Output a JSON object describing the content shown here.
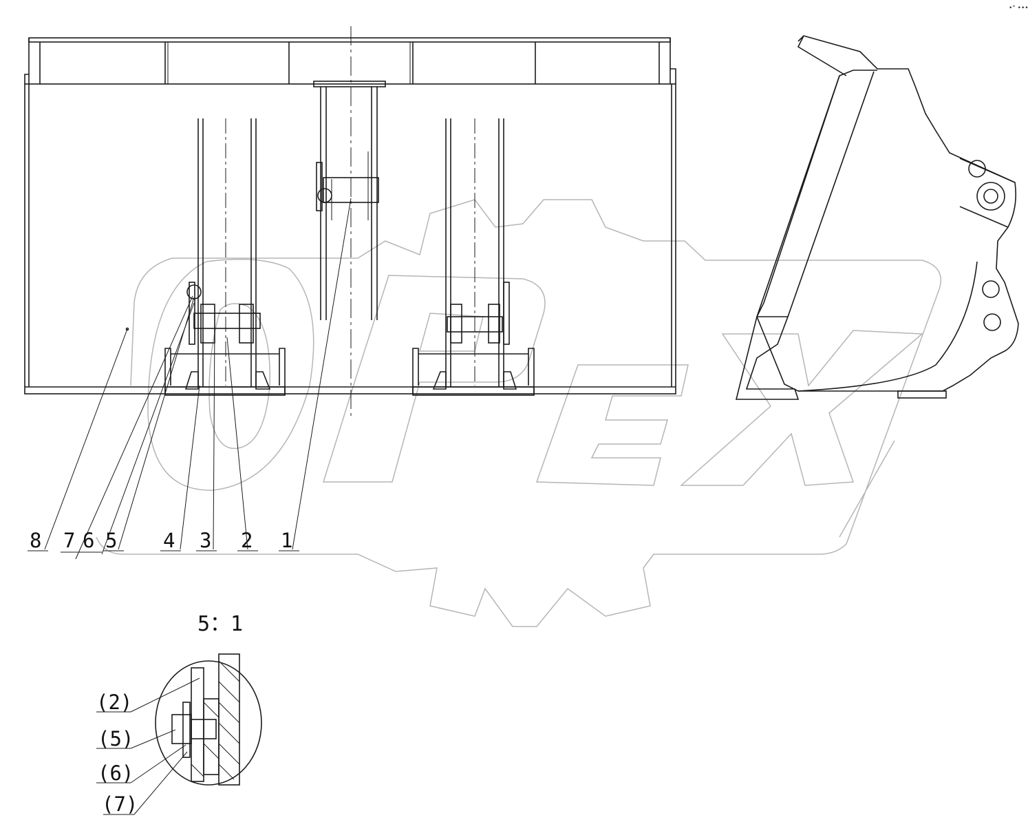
{
  "drawing": {
    "corner_mark": "•° •••",
    "watermark_text": "OPEX",
    "callouts": [
      {
        "id": "8",
        "text": "8"
      },
      {
        "id": "7",
        "text": "7"
      },
      {
        "id": "6",
        "text": "6"
      },
      {
        "id": "5",
        "text": "5"
      },
      {
        "id": "4",
        "text": "4"
      },
      {
        "id": "3",
        "text": "3"
      },
      {
        "id": "2",
        "text": "2"
      },
      {
        "id": "1",
        "text": "1"
      }
    ],
    "detail": {
      "scale": "5：1",
      "callouts": [
        "(2)",
        "(5)",
        "(6)",
        "(7)"
      ]
    }
  }
}
